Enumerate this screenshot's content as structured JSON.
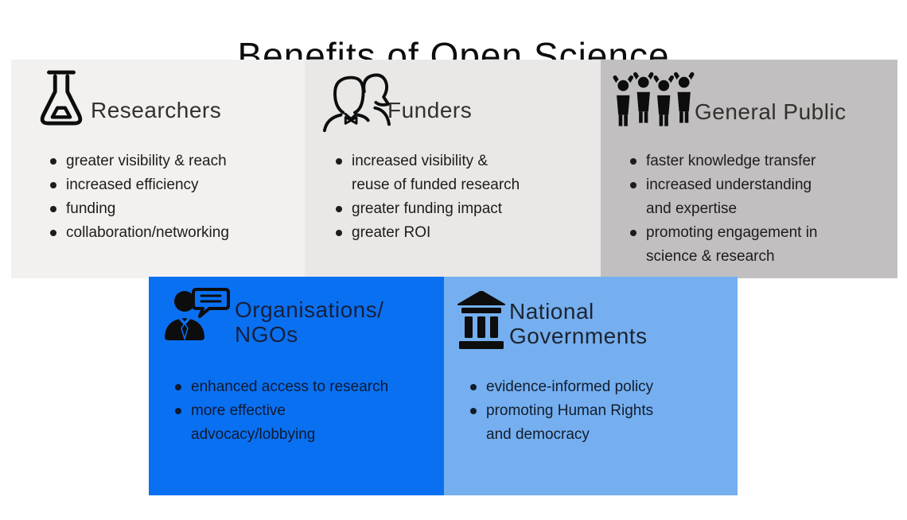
{
  "title": "Benefits of Open Science",
  "colors": {
    "background": "#ffffff",
    "panel_researchers": "#f2f1f0",
    "panel_funders": "#eae8e7",
    "panel_general_public": "#c1bfbf",
    "panel_organisations_ngos": "#0a70f2",
    "panel_national_governments": "#75aff0",
    "body_text": "#1d1c1a",
    "text_on_bright_blue": "#0d1a30",
    "icon_color": "#0d0d0d"
  },
  "panels": [
    {
      "key": "researchers",
      "icon": "flask-icon",
      "heading_lines": [
        "Researchers"
      ],
      "bullets": [
        [
          "greater visibility & reach"
        ],
        [
          "increased efficiency"
        ],
        [
          "funding"
        ],
        [
          "collaboration/networking"
        ]
      ]
    },
    {
      "key": "funders",
      "icon": "people-pair-icon",
      "heading_lines": [
        "Funders"
      ],
      "bullets": [
        [
          "increased visibility &",
          "reuse of funded research"
        ],
        [
          "greater funding impact"
        ],
        [
          "greater ROI"
        ]
      ]
    },
    {
      "key": "general-public",
      "icon": "crowd-cheering-icon",
      "heading_lines": [
        "General Public"
      ],
      "bullets": [
        [
          "faster knowledge transfer"
        ],
        [
          "increased understanding",
          "and expertise"
        ],
        [
          "promoting engagement in",
          "science & research"
        ]
      ]
    },
    {
      "key": "organisations-ngos",
      "icon": "presenter-speech-bubble-icon",
      "heading_lines": [
        "Organisations/",
        "NGOs"
      ],
      "bullets": [
        [
          "enhanced access to research"
        ],
        [
          "more effective",
          "advocacy/lobbying"
        ]
      ]
    },
    {
      "key": "national-governments",
      "icon": "government-building-icon",
      "heading_lines": [
        "National",
        "Governments"
      ],
      "bullets": [
        [
          "evidence-informed policy"
        ],
        [
          "promoting Human Rights",
          "and democracy"
        ]
      ]
    }
  ]
}
